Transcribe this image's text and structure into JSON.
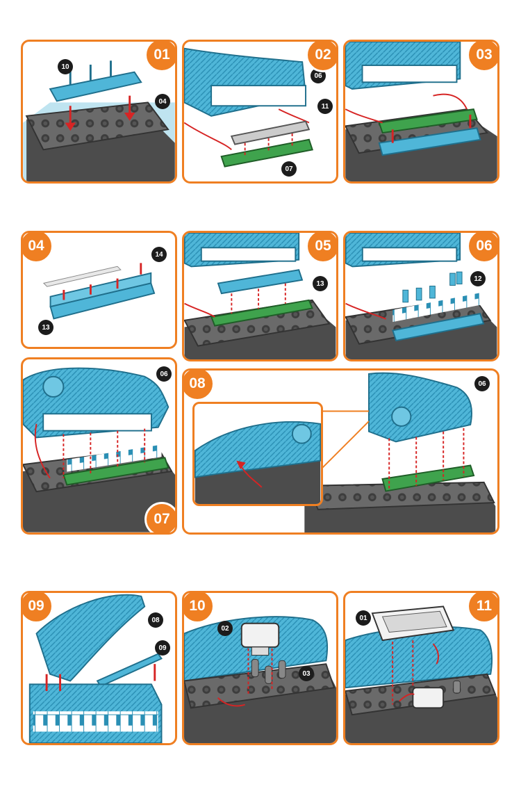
{
  "steps": [
    {
      "id": "01",
      "parts": [
        "10",
        "04"
      ]
    },
    {
      "id": "02",
      "parts": [
        "06",
        "11",
        "07"
      ]
    },
    {
      "id": "03",
      "parts": []
    },
    {
      "id": "04",
      "parts": [
        "14",
        "13"
      ]
    },
    {
      "id": "05",
      "parts": [
        "13"
      ]
    },
    {
      "id": "06",
      "parts": [
        "12"
      ]
    },
    {
      "id": "07",
      "parts": [
        "06"
      ]
    },
    {
      "id": "08",
      "parts": [
        "06"
      ]
    },
    {
      "id": "09",
      "parts": [
        "08",
        "09"
      ]
    },
    {
      "id": "10",
      "parts": [
        "02",
        "03"
      ]
    },
    {
      "id": "11",
      "parts": [
        "01"
      ]
    }
  ],
  "colors": {
    "accent": "#ef7f22",
    "piano_blue": "#4fb6d8",
    "piano_dark": "#2a8fb4",
    "base_grey": "#5b5b5b",
    "board_green": "#3fa34d",
    "wire_red": "#d62424"
  }
}
